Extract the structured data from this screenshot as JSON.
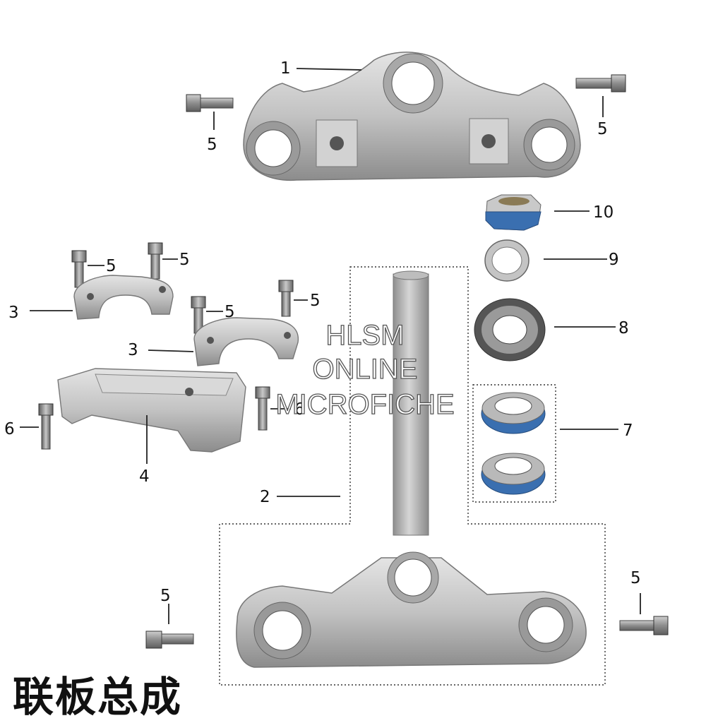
{
  "title": "联板总成",
  "watermark": {
    "line1": "HLSM",
    "line2": "ONLINE",
    "line3": "MICROFICHE"
  },
  "callouts": {
    "c1": "1",
    "c2": "2",
    "c3a": "3",
    "c3b": "3",
    "c4": "4",
    "c5a": "5",
    "c5b": "5",
    "c5c": "5",
    "c5d": "5",
    "c5e": "5",
    "c5f": "5",
    "c5g": "5",
    "c5h": "5",
    "c6a": "6",
    "c6b": "6",
    "c7": "7",
    "c8": "8",
    "c9": "9",
    "c10": "10"
  },
  "colors": {
    "metal": "#bcbcbc",
    "metal_dark": "#8a8a8a",
    "bearing_blue": "#3a6fb0",
    "leader": "#222222"
  }
}
